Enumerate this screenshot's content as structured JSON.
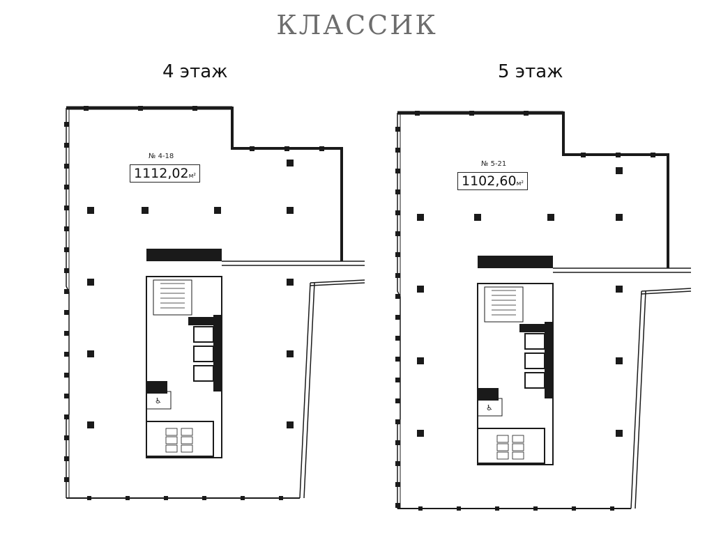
{
  "brand": "КЛАССИК",
  "floors": [
    {
      "title": "4 этаж",
      "unit": "№ 4-18",
      "area": "1112,02",
      "unit_of_area": "м²"
    },
    {
      "title": "5 этаж",
      "unit": "№ 5-21",
      "area": "1102,60",
      "unit_of_area": "м²"
    }
  ],
  "colors": {
    "wall": "#1a1a1a",
    "brand": "#6d6d6d"
  }
}
